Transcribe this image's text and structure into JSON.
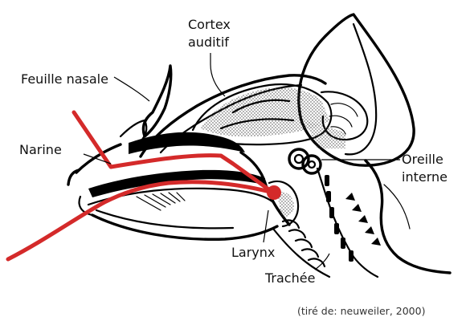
{
  "labels": {
    "cortex_line1": "Cortex",
    "cortex_line2": "auditif",
    "feuille_nasale": "Feuille nasale",
    "narine": "Narine",
    "oreille_line1": "Oreille",
    "oreille_line2": "interne",
    "larynx": "Larynx",
    "trachee": "Trachée"
  },
  "citation": "(tiré de: neuweiler, 2000)",
  "colors": {
    "sound_path": "#d42a2a",
    "ink": "#000000",
    "background": "#ffffff"
  }
}
